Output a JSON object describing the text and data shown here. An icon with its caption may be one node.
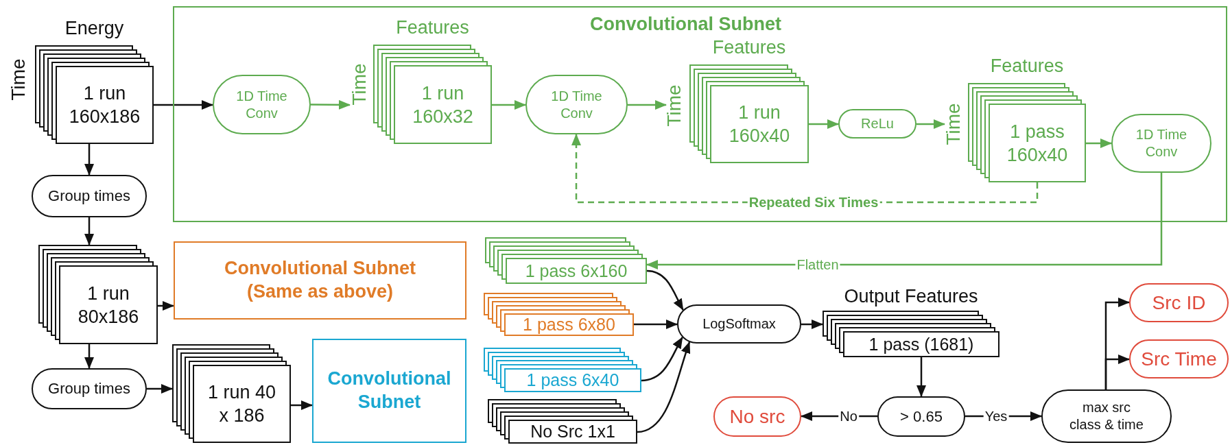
{
  "diagram": {
    "nodes": [
      {
        "text": [
          "Convolutional Subnet"
        ]
      },
      {
        "text": [
          "Energy",
          "1 run 160x186"
        ],
        "beside": [
          "Time"
        ]
      },
      {
        "text": [
          "1D Time Conv"
        ],
        "in": 0
      },
      {
        "text": [
          "Features",
          "1 run 160x32"
        ],
        "beside": [
          "Time"
        ],
        "in": 0
      },
      {
        "text": [
          "1D Time Conv"
        ],
        "in": 0
      },
      {
        "text": [
          "Features",
          "1 run 160x40"
        ],
        "beside": [
          "Time"
        ],
        "in": 0
      },
      {
        "text": [
          "ReLu"
        ],
        "in": 0
      },
      {
        "text": [
          "Features",
          "1 pass 160x40"
        ],
        "beside": [
          "Time"
        ],
        "in": 0
      },
      {
        "text": [
          "1D Time Conv"
        ],
        "in": 0
      },
      {
        "text": [
          "Group times"
        ]
      },
      {
        "text": [
          "1 run 80x186"
        ]
      },
      {
        "text": [
          "Convolutional Subnet (Same as above)"
        ]
      },
      {
        "text": [
          "Group times"
        ]
      },
      {
        "text": [
          "1 run 40 x 186"
        ]
      },
      {
        "text": [
          "Convolutional Subnet"
        ]
      },
      {
        "text": [
          "1 pass 6x160"
        ]
      },
      {
        "text": [
          "1 pass 6x80"
        ]
      },
      {
        "text": [
          "1 pass 6x40"
        ]
      },
      {
        "text": [
          "No Src 1x1"
        ]
      },
      {
        "text": [
          "LogSoftmax"
        ]
      },
      {
        "text": [
          "Output Features",
          "1 pass (1681)"
        ]
      },
      {
        "text": [
          "> 0.65"
        ]
      },
      {
        "text": [
          "No src"
        ]
      },
      {
        "text": [
          "max src class & time"
        ]
      },
      {
        "text": [
          "Src ID"
        ]
      },
      {
        "text": [
          "Src Time"
        ]
      }
    ],
    "edges": [
      {
        "from": 1,
        "to": 2,
        "arrow": "to"
      },
      {
        "from": 2,
        "to": 3,
        "arrow": "to",
        "color": "#5dab4f"
      },
      {
        "from": 3,
        "to": 4,
        "arrow": "to",
        "color": "#5dab4f"
      },
      {
        "from": 4,
        "to": 5,
        "arrow": "to",
        "color": "#5dab4f"
      },
      {
        "from": 5,
        "to": 6,
        "arrow": "to",
        "color": "#5dab4f"
      },
      {
        "from": 6,
        "to": 7,
        "arrow": "to",
        "color": "#5dab4f"
      },
      {
        "from": 7,
        "to": 8,
        "arrow": "to",
        "color": "#5dab4f"
      },
      {
        "from": 7,
        "to": 4,
        "arrow": "to",
        "label": "Repeated Six Times",
        "style": "dashed",
        "color": "#5dab4f"
      },
      {
        "from": 8,
        "to": 15,
        "arrow": "to",
        "label": "Flatten",
        "color": "#5dab4f"
      },
      {
        "from": 1,
        "to": 9,
        "arrow": "to"
      },
      {
        "from": 9,
        "to": 10,
        "arrow": "to"
      },
      {
        "from": 10,
        "to": 11,
        "arrow": "to"
      },
      {
        "from": 10,
        "to": 12,
        "arrow": "to"
      },
      {
        "from": 12,
        "to": 13,
        "arrow": "to"
      },
      {
        "from": 13,
        "to": 14,
        "arrow": "to"
      },
      {
        "from": 15,
        "to": 19,
        "arrow": "to"
      },
      {
        "from": 16,
        "to": 19,
        "arrow": "to"
      },
      {
        "from": 17,
        "to": 19,
        "arrow": "to"
      },
      {
        "from": 18,
        "to": 19,
        "arrow": "to"
      },
      {
        "from": 19,
        "to": 20,
        "arrow": "to"
      },
      {
        "from": 20,
        "to": 21,
        "arrow": "to"
      },
      {
        "from": 21,
        "to": 22,
        "arrow": "to",
        "label": "No"
      },
      {
        "from": 21,
        "to": 23,
        "arrow": "to",
        "label": "Yes"
      },
      {
        "from": 23,
        "to": 24,
        "arrow": "to"
      },
      {
        "from": 23,
        "to": 25,
        "arrow": "to"
      }
    ]
  }
}
